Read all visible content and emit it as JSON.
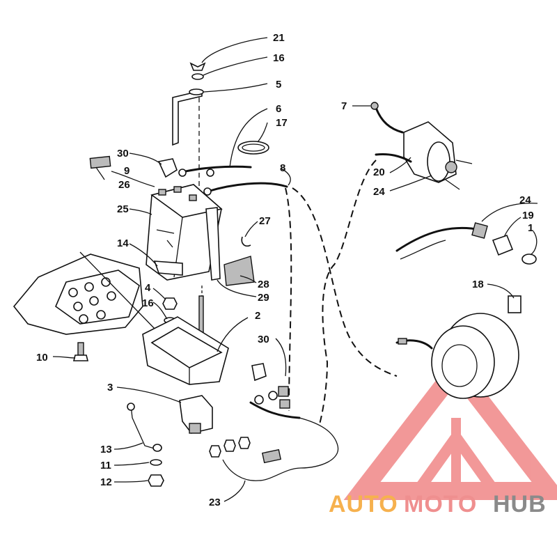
{
  "callouts": {
    "c1": "1",
    "c2": "2",
    "c3": "3",
    "c4": "4",
    "c5": "5",
    "c6": "6",
    "c7": "7",
    "c8": "8",
    "c9": "9",
    "c10": "10",
    "c11": "11",
    "c12": "12",
    "c13": "13",
    "c14": "14",
    "c16a": "16",
    "c16b": "16",
    "c17": "17",
    "c18": "18",
    "c19": "19",
    "c20": "20",
    "c21": "21",
    "c23": "23",
    "c24a": "24",
    "c24b": "24",
    "c25": "25",
    "c26": "26",
    "c27": "27",
    "c28": "28",
    "c29": "29",
    "c30a": "30",
    "c30b": "30"
  },
  "watermark": {
    "auto": "AUTO",
    "moto": "MOTO",
    "hub": "HUB",
    "colors": {
      "triangle": "#ef7f7f",
      "auto": "#f6b14e",
      "moto": "#ef8f8f",
      "hub": "#8a8a8a"
    }
  }
}
